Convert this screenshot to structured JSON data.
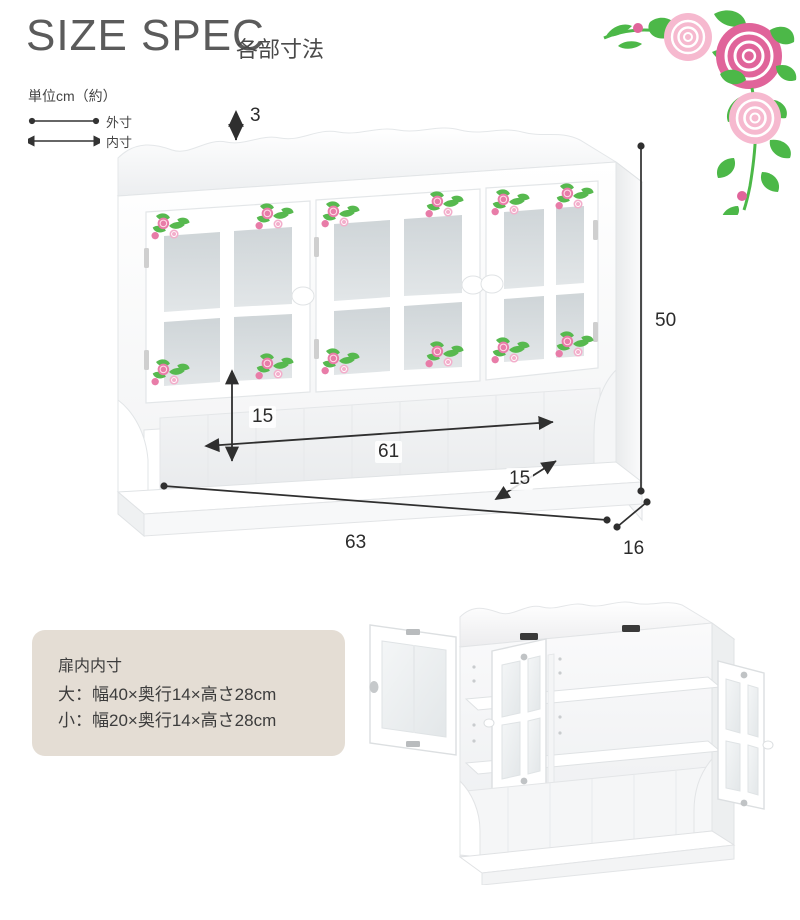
{
  "header": {
    "title": "SIZE SPEC",
    "subtitle": "各部寸法"
  },
  "legend": {
    "unit_note": "単位cm（約）",
    "items": [
      {
        "marker": "dot-ended-line",
        "label": "外寸"
      },
      {
        "marker": "arrow-ended-line",
        "label": "内寸"
      }
    ]
  },
  "dimensions": {
    "rail_height": "3",
    "outer_height": "50",
    "outer_width": "63",
    "outer_depth": "16",
    "inner_shelf_height": "15",
    "inner_shelf_width": "61",
    "inner_shelf_depth": "15"
  },
  "info_box": {
    "heading": "扉内内寸",
    "lines": [
      "大：幅40×奥行14×高さ28cm",
      "小：幅20×奥行14×高さ28cm"
    ]
  },
  "colors": {
    "rose_deep": "#e0649a",
    "rose_light": "#f6b9cf",
    "leaf_green": "#4cb848",
    "info_box_bg": "#e4ddd4",
    "cabinet_white": "#ffffff",
    "glass_gray": "#d8dcde",
    "dimension_line": "#333333"
  }
}
